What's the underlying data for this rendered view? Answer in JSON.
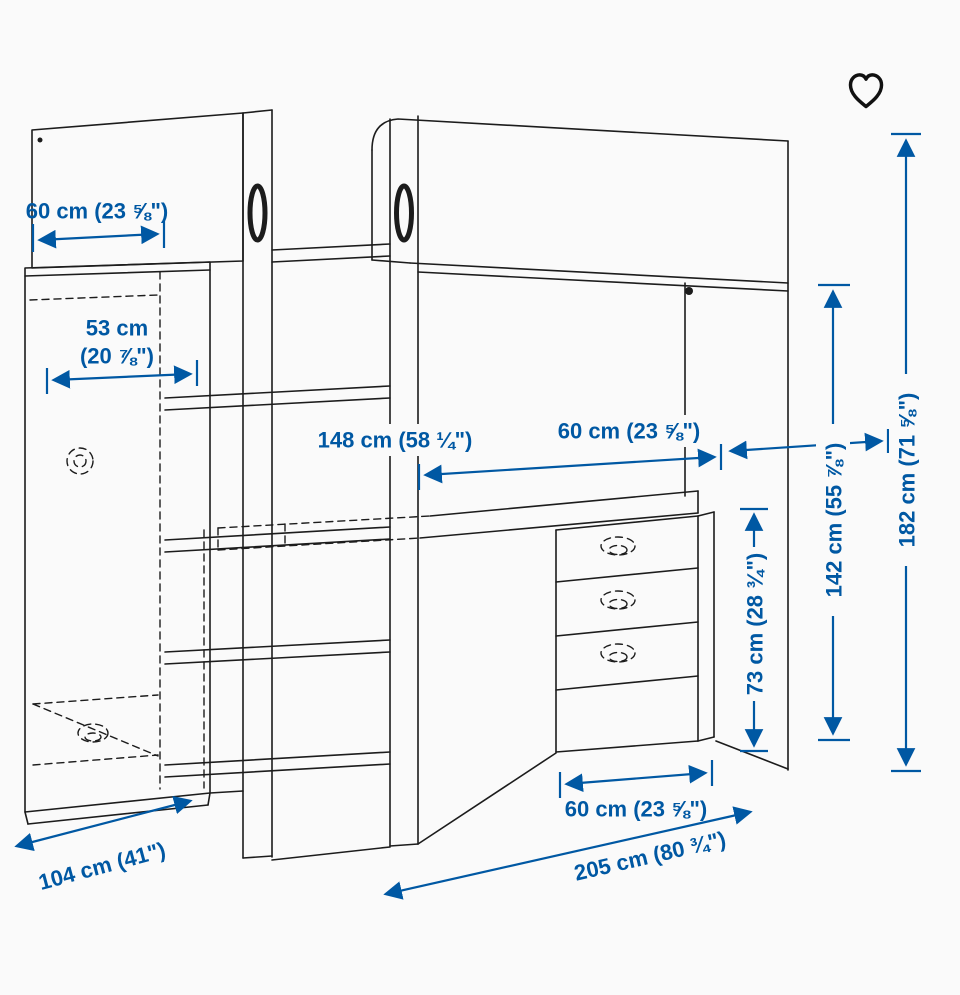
{
  "product_diagram": {
    "type": "loft-bed-with-desk-and-wardrobe-dimension-drawing",
    "colors": {
      "dimension_accent": "#0058a3",
      "line": "#1c1c1c",
      "background": "#fafafa"
    },
    "dims": {
      "top_width": "60 cm (23 ⅝\")",
      "interior_l1": "53 cm",
      "interior_l2": "(20 ⅞\")",
      "desk_width": "148 cm (58 ¼\")",
      "top_depth": "60 cm (23 ⅝\")",
      "under_bed_height": "142 cm (55 ⅞\")",
      "total_height": "182 cm (71 ⅝\")",
      "desk_height": "73 cm (28 ¾\")",
      "chest_width": "60 cm (23 ⅝\")",
      "depth": "104 cm (41\")",
      "length": "205 cm (80 ¾\")"
    }
  }
}
